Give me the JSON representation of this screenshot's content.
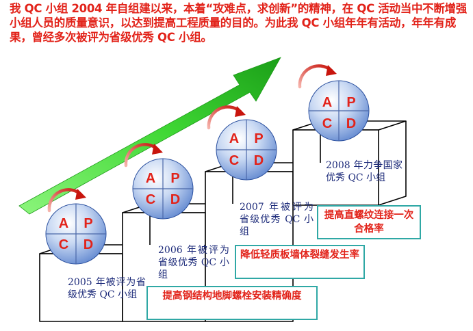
{
  "intro": "我 QC 小组 2004 年自组建以来，本着“攻难点，求创新”的精神，在 QC 活动当中不断增强小组人员的质量意识，以达到提高工程质量的目的。为此我 QC 小组年年有活动，年年有成果，曾经多次被评为省级优秀 QC 小组。",
  "pdca": {
    "a": "A",
    "p": "P",
    "c": "C",
    "d": "D"
  },
  "steps": [
    {
      "label": "2005 年被评为省级优秀 QC 小组"
    },
    {
      "label": "2006 年被评为省级优秀 QC 小组"
    },
    {
      "label": "2007 年被评为省级优秀 QC 小组"
    },
    {
      "label": "2008 年力争国家优秀 QC 小组"
    }
  ],
  "projects": [
    {
      "title": "提高钢结构地脚螺栓安装精确度"
    },
    {
      "title": "降低轻质板墙体裂缝发生率"
    },
    {
      "title": "提高直螺纹连接一次合格率"
    }
  ],
  "colors": {
    "text_red": "#e2231a",
    "label_navy": "#1d2b7a",
    "box_border": "#2fa8a5",
    "arrow_green": "#2fd025",
    "sphere_blue": "#7fa4dc",
    "cycle_arrow": "#d92a1e"
  }
}
